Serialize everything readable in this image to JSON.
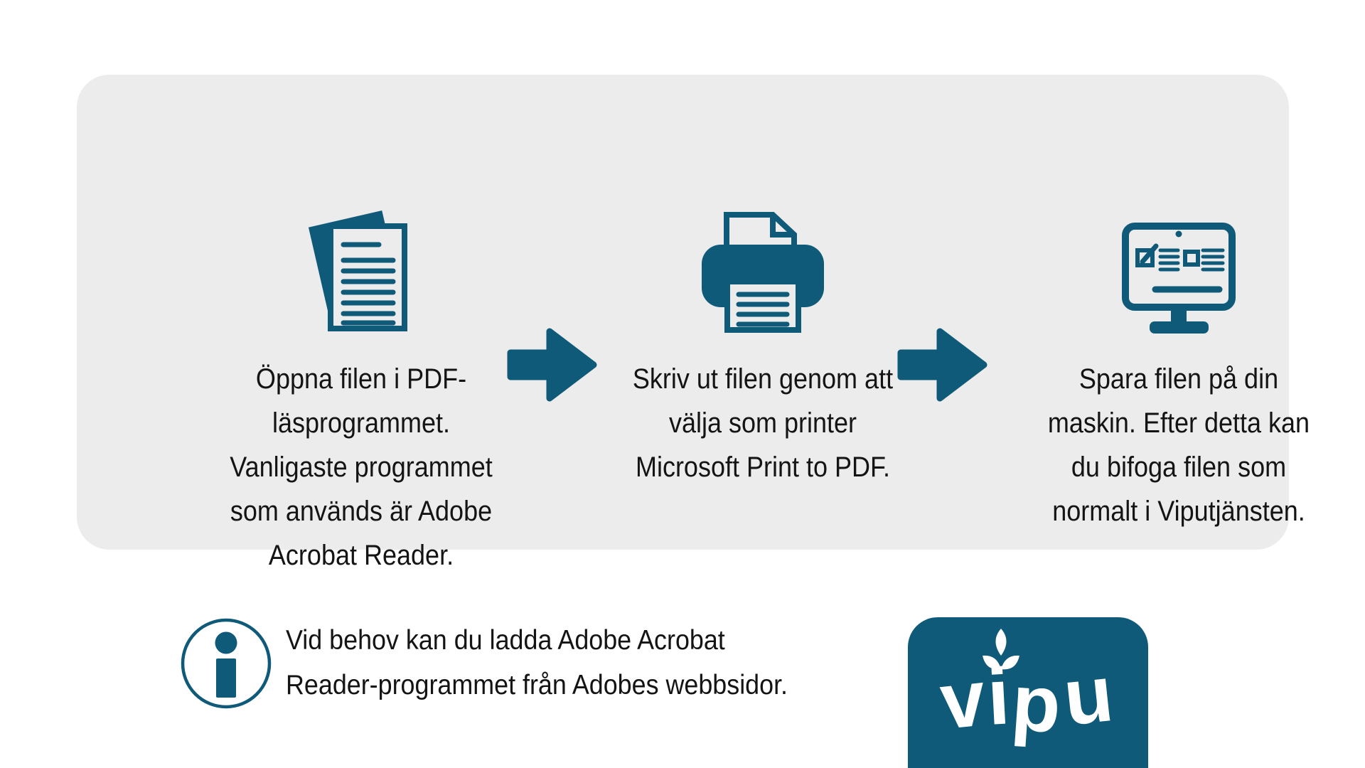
{
  "colors": {
    "accent": "#0E5A78",
    "panel_bg": "#ECECEC",
    "page_bg": "#FFFFFF",
    "text": "#141414",
    "logo_bg": "#0E5A78",
    "logo_text": "#FFFFFF"
  },
  "panel": {
    "steps": [
      {
        "icon": "document-stack-icon",
        "text": "Öppna filen i PDF-\nläsprogrammet.\nVanligaste programmet\nsom används är Adobe\nAcrobat Reader."
      },
      {
        "icon": "printer-icon",
        "text": "Skriv ut filen genom att\nvälja som printer\nMicrosoft Print to PDF."
      },
      {
        "icon": "monitor-form-icon",
        "text": "Spara filen på din\nmaskin. Efter detta kan\ndu bifoga filen som\nnormalt i Viputjänsten."
      }
    ]
  },
  "footer": {
    "info_text": "Vid behov kan du ladda Adobe Acrobat\nReader-programmet från Adobes webbsidor.",
    "logo_word": "vipu",
    "logo_letters": [
      "v",
      "i",
      "p",
      "u"
    ]
  }
}
